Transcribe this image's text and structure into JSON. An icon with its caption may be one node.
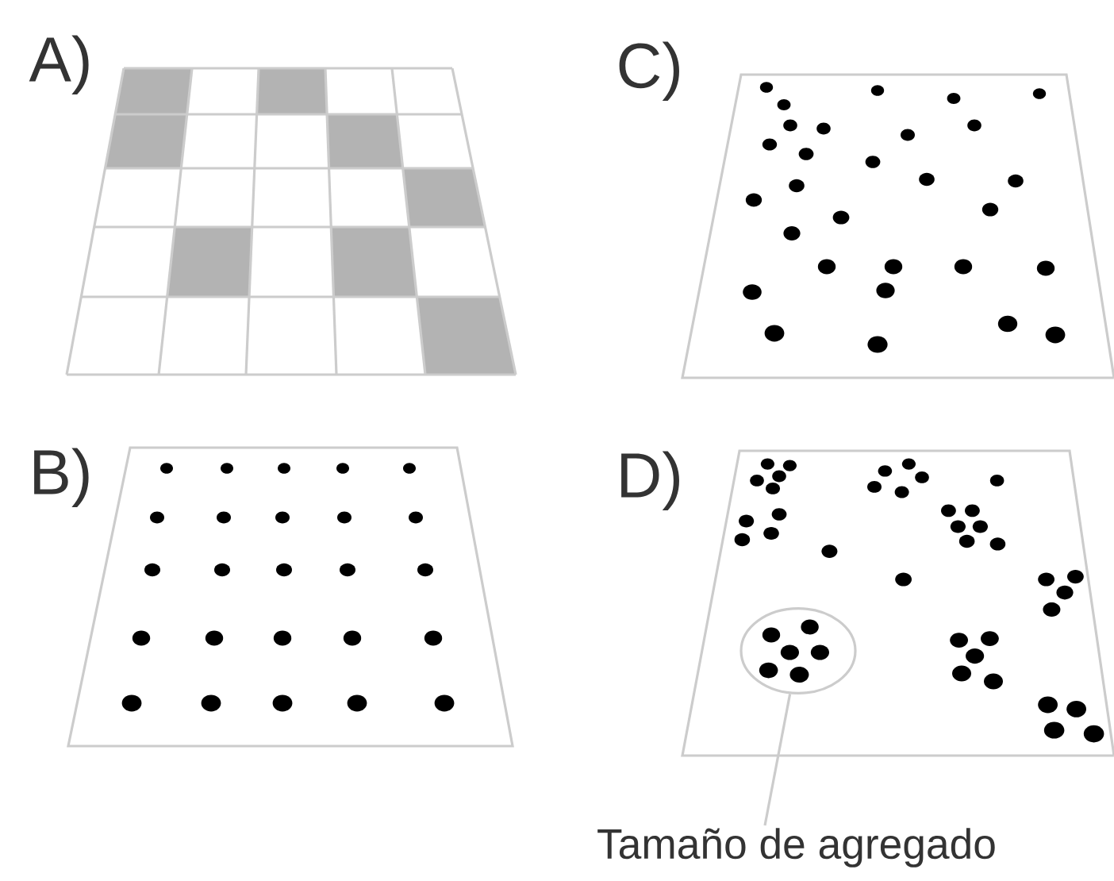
{
  "diagram": {
    "nodes": [
      {
        "text": [
          "Tamaño de agregado"
        ]
      },
      {
        "text": [],
        "shape": "circle"
      }
    ],
    "edges": [
      {
        "from": 0,
        "to": 1,
        "arrow": "none"
      }
    ],
    "labels": [
      "A)",
      "C)",
      "B)",
      "D)"
    ]
  }
}
